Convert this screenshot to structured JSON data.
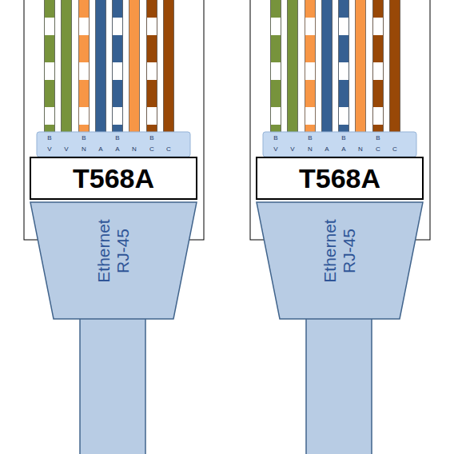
{
  "diagram": {
    "nodes": [
      {
        "text": [
          "T568A"
        ]
      },
      {
        "text": [
          "Ethernet RJ-45"
        ]
      },
      {
        "text": [
          "T568A"
        ]
      },
      {
        "text": [
          "Ethernet RJ-45"
        ]
      }
    ],
    "labels": [
      "B",
      "B",
      "B",
      "B",
      "V",
      "V",
      "N",
      "A",
      "A",
      "N",
      "C",
      "C",
      "B",
      "B",
      "B",
      "B",
      "V",
      "V",
      "N",
      "A",
      "A",
      "N",
      "C",
      "C"
    ]
  }
}
